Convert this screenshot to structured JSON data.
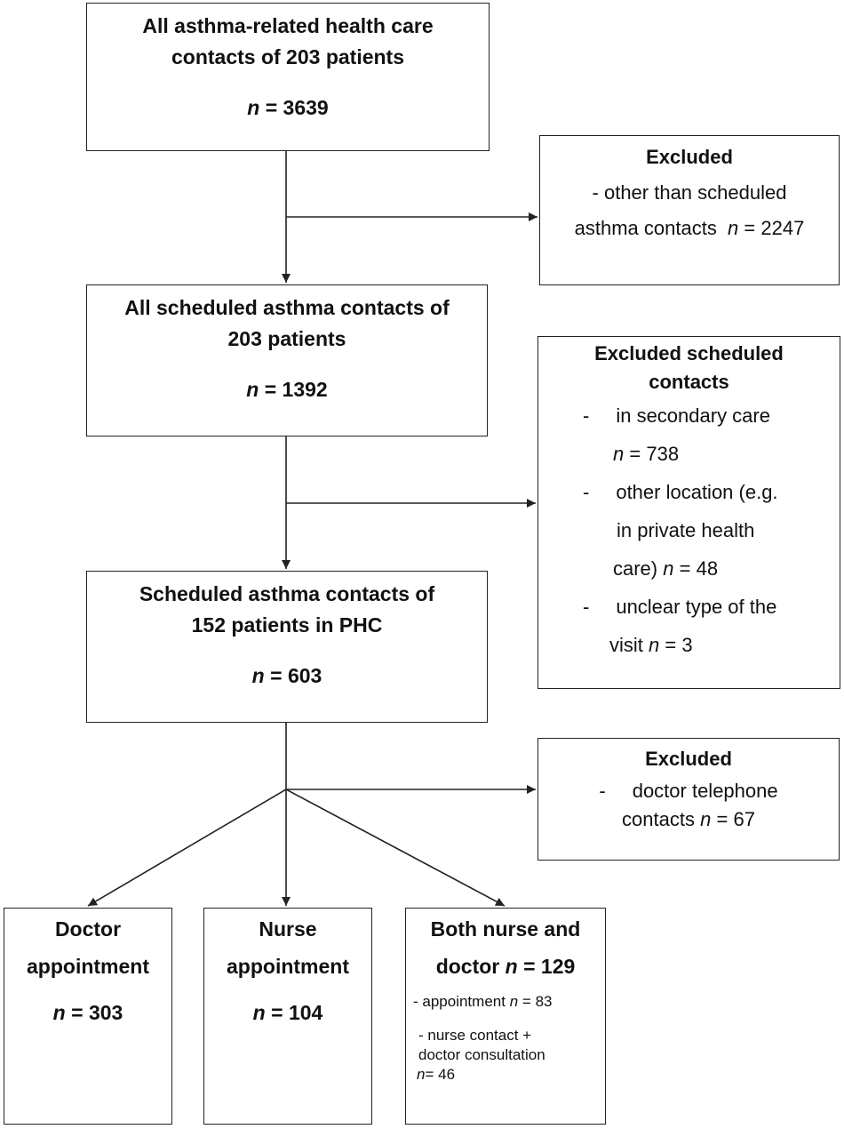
{
  "box1": {
    "line1": "All asthma-related health care",
    "line2": "contacts of 203 patients",
    "n": "3639"
  },
  "excluded1": {
    "title": "Excluded",
    "line1": "- other than scheduled",
    "line2": "asthma contacts",
    "n": "2247"
  },
  "box2": {
    "line1": "All scheduled asthma contacts of",
    "line2": "203 patients",
    "n": "1392"
  },
  "excluded2": {
    "title_line1": "Excluded scheduled",
    "title_line2": "contacts",
    "dash": "-",
    "item1_line1": "in secondary care",
    "item1_n": "738",
    "item2_line1": "other location (e.g.",
    "item2_line2": "in private health",
    "item2_line3": "care)",
    "item2_n": "48",
    "item3_line1": "unclear type of the",
    "item3_line2": "visit",
    "item3_n": "3"
  },
  "box3": {
    "line1": "Scheduled asthma contacts of",
    "line2": "152 patients in PHC",
    "n": "603"
  },
  "excluded3": {
    "title": "Excluded",
    "dash": "-",
    "line1": "doctor telephone",
    "line2": "contacts",
    "n": "67"
  },
  "doctor": {
    "line1": "Doctor",
    "line2": "appointment",
    "n": "303"
  },
  "nurse": {
    "line1": "Nurse",
    "line2": "appointment",
    "n": "104"
  },
  "both": {
    "line1": "Both nurse and",
    "line2": "doctor",
    "n": "129",
    "sub1": "- appointment",
    "sub1_n": "83",
    "sub2_line1": "- nurse contact +",
    "sub2_line2": "doctor consultation",
    "sub2_n": "46"
  },
  "n_symbol": "n",
  "eq": "="
}
